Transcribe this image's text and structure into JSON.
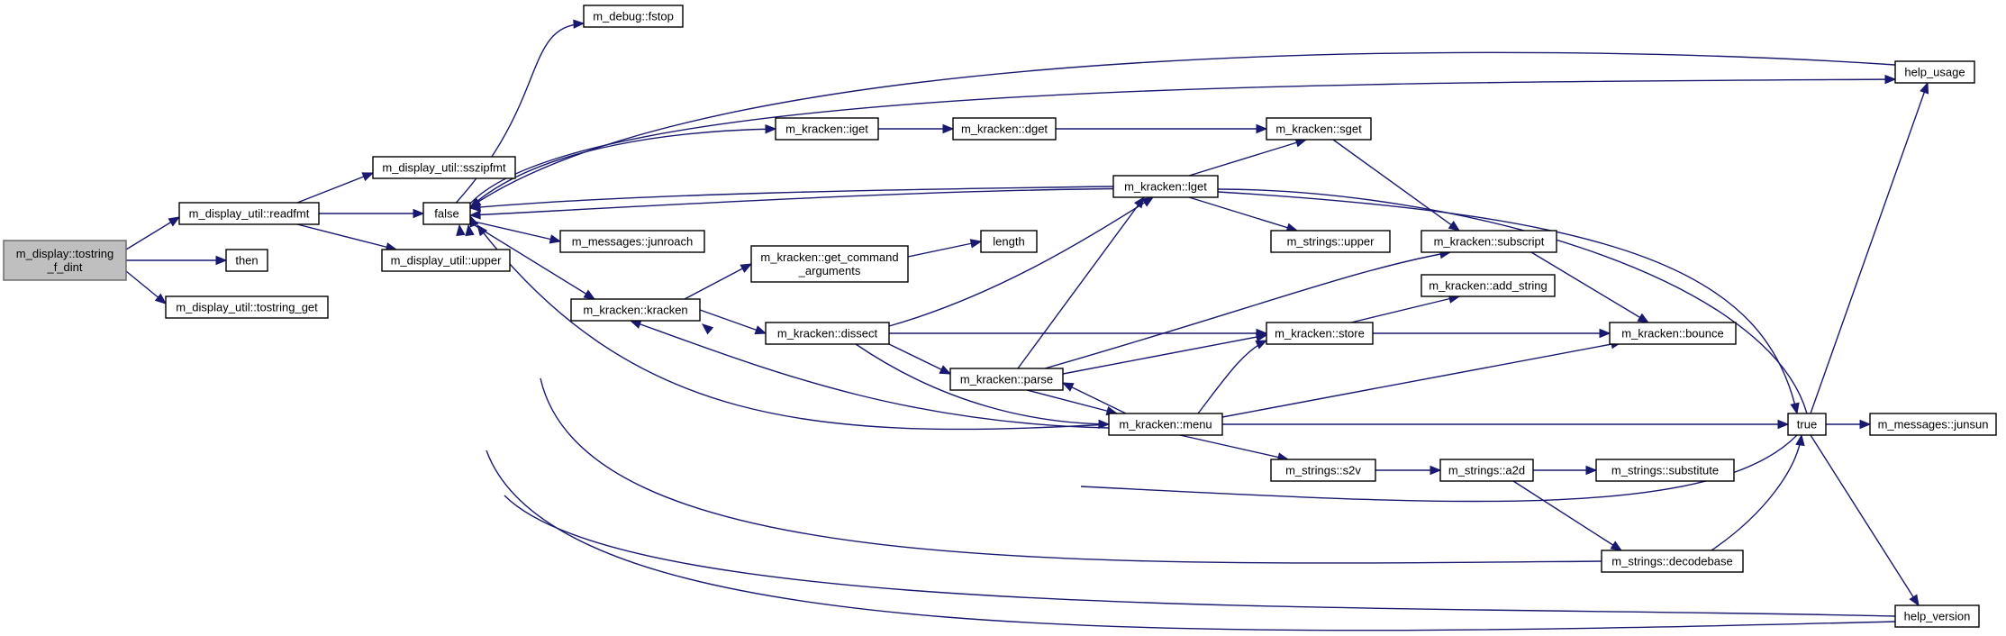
{
  "nodes": [
    {
      "id": "root",
      "lines": [
        "m_display::tostring",
        "_f_dint"
      ],
      "root": true
    },
    {
      "id": "readfmt",
      "lines": [
        "m_display_util::readfmt"
      ]
    },
    {
      "id": "then",
      "lines": [
        "then"
      ]
    },
    {
      "id": "tsget",
      "lines": [
        "m_display_util::tostring_get"
      ]
    },
    {
      "id": "sszip",
      "lines": [
        "m_display_util::sszipfmt"
      ]
    },
    {
      "id": "false",
      "lines": [
        "false"
      ]
    },
    {
      "id": "dupper",
      "lines": [
        "m_display_util::upper"
      ]
    },
    {
      "id": "fstop",
      "lines": [
        "m_debug::fstop"
      ]
    },
    {
      "id": "iget",
      "lines": [
        "m_kracken::iget"
      ]
    },
    {
      "id": "dget",
      "lines": [
        "m_kracken::dget"
      ]
    },
    {
      "id": "sget",
      "lines": [
        "m_kracken::sget"
      ]
    },
    {
      "id": "lget",
      "lines": [
        "m_kracken::lget"
      ]
    },
    {
      "id": "junroach",
      "lines": [
        "m_messages::junroach"
      ]
    },
    {
      "id": "gca",
      "lines": [
        "m_kracken::get_command",
        "_arguments"
      ]
    },
    {
      "id": "length",
      "lines": [
        "length"
      ]
    },
    {
      "id": "supper",
      "lines": [
        "m_strings::upper"
      ]
    },
    {
      "id": "kracken",
      "lines": [
        "m_kracken::kracken"
      ]
    },
    {
      "id": "dissect",
      "lines": [
        "m_kracken::dissect"
      ]
    },
    {
      "id": "subscript",
      "lines": [
        "m_kracken::subscript"
      ]
    },
    {
      "id": "addstr",
      "lines": [
        "m_kracken::add_string"
      ]
    },
    {
      "id": "store",
      "lines": [
        "m_kracken::store"
      ]
    },
    {
      "id": "bounce",
      "lines": [
        "m_kracken::bounce"
      ]
    },
    {
      "id": "parse",
      "lines": [
        "m_kracken::parse"
      ]
    },
    {
      "id": "menu",
      "lines": [
        "m_kracken::menu"
      ]
    },
    {
      "id": "true",
      "lines": [
        "true"
      ]
    },
    {
      "id": "junsun",
      "lines": [
        "m_messages::junsun"
      ]
    },
    {
      "id": "s2v",
      "lines": [
        "m_strings::s2v"
      ]
    },
    {
      "id": "a2d",
      "lines": [
        "m_strings::a2d"
      ]
    },
    {
      "id": "substitute",
      "lines": [
        "m_strings::substitute"
      ]
    },
    {
      "id": "decodebase",
      "lines": [
        "m_strings::decodebase"
      ]
    },
    {
      "id": "helpusage",
      "lines": [
        "help_usage"
      ]
    },
    {
      "id": "helpversion",
      "lines": [
        "help_version"
      ]
    }
  ]
}
